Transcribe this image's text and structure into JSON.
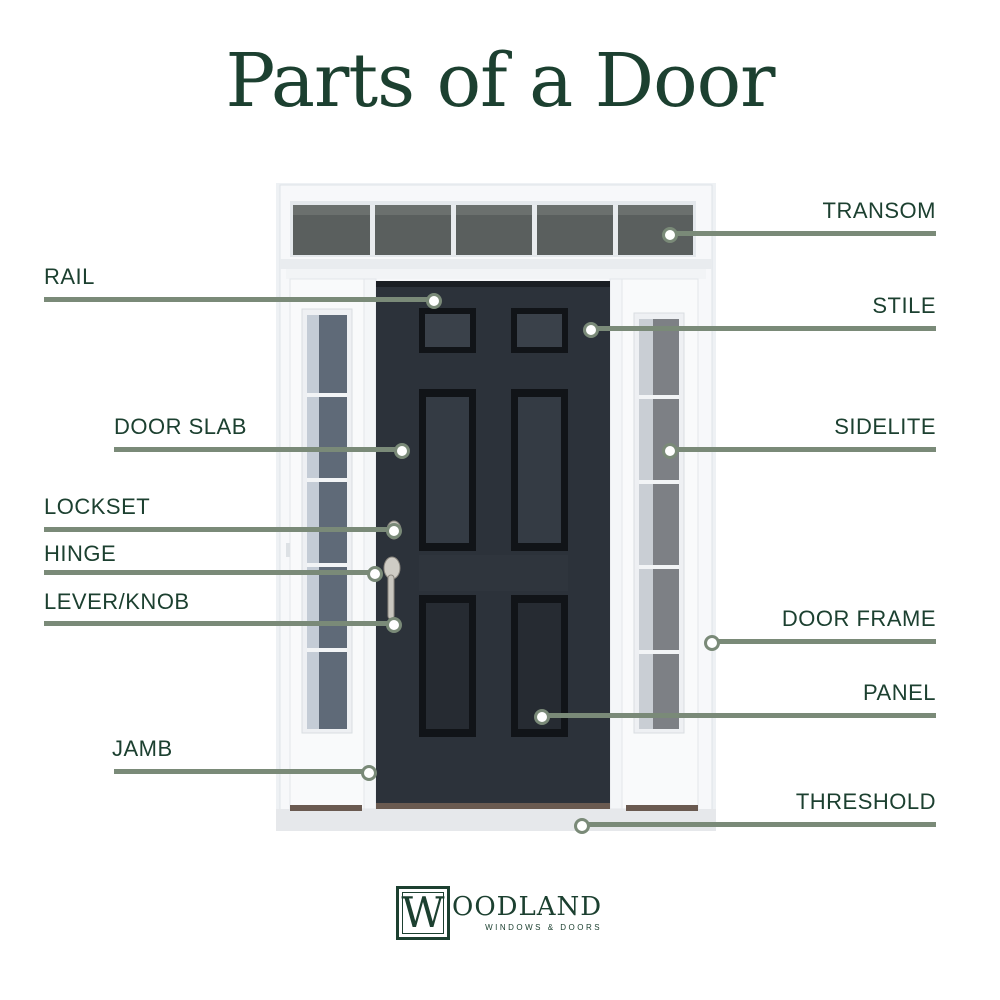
{
  "title": "Parts of a Door",
  "colors": {
    "title": "#1c4030",
    "label_text": "#1c4030",
    "leader_line": "#7a8a78",
    "door_slab": "#2a2f36",
    "frame": "#f4f6f8"
  },
  "labels": {
    "left": [
      {
        "id": "rail",
        "text": "RAIL"
      },
      {
        "id": "door-slab",
        "text": "DOOR SLAB"
      },
      {
        "id": "lockset",
        "text": "LOCKSET"
      },
      {
        "id": "hinge",
        "text": "HINGE"
      },
      {
        "id": "lever-knob",
        "text": "LEVER/KNOB"
      },
      {
        "id": "jamb",
        "text": "JAMB"
      }
    ],
    "right": [
      {
        "id": "transom",
        "text": "TRANSOM"
      },
      {
        "id": "stile",
        "text": "STILE"
      },
      {
        "id": "sidelite",
        "text": "SIDELITE"
      },
      {
        "id": "door-frame",
        "text": "DOOR FRAME"
      },
      {
        "id": "panel",
        "text": "PANEL"
      },
      {
        "id": "threshold",
        "text": "THRESHOLD"
      }
    ]
  },
  "logo": {
    "initial": "W",
    "name": "OODLAND",
    "tagline": "WINDOWS & DOORS"
  }
}
